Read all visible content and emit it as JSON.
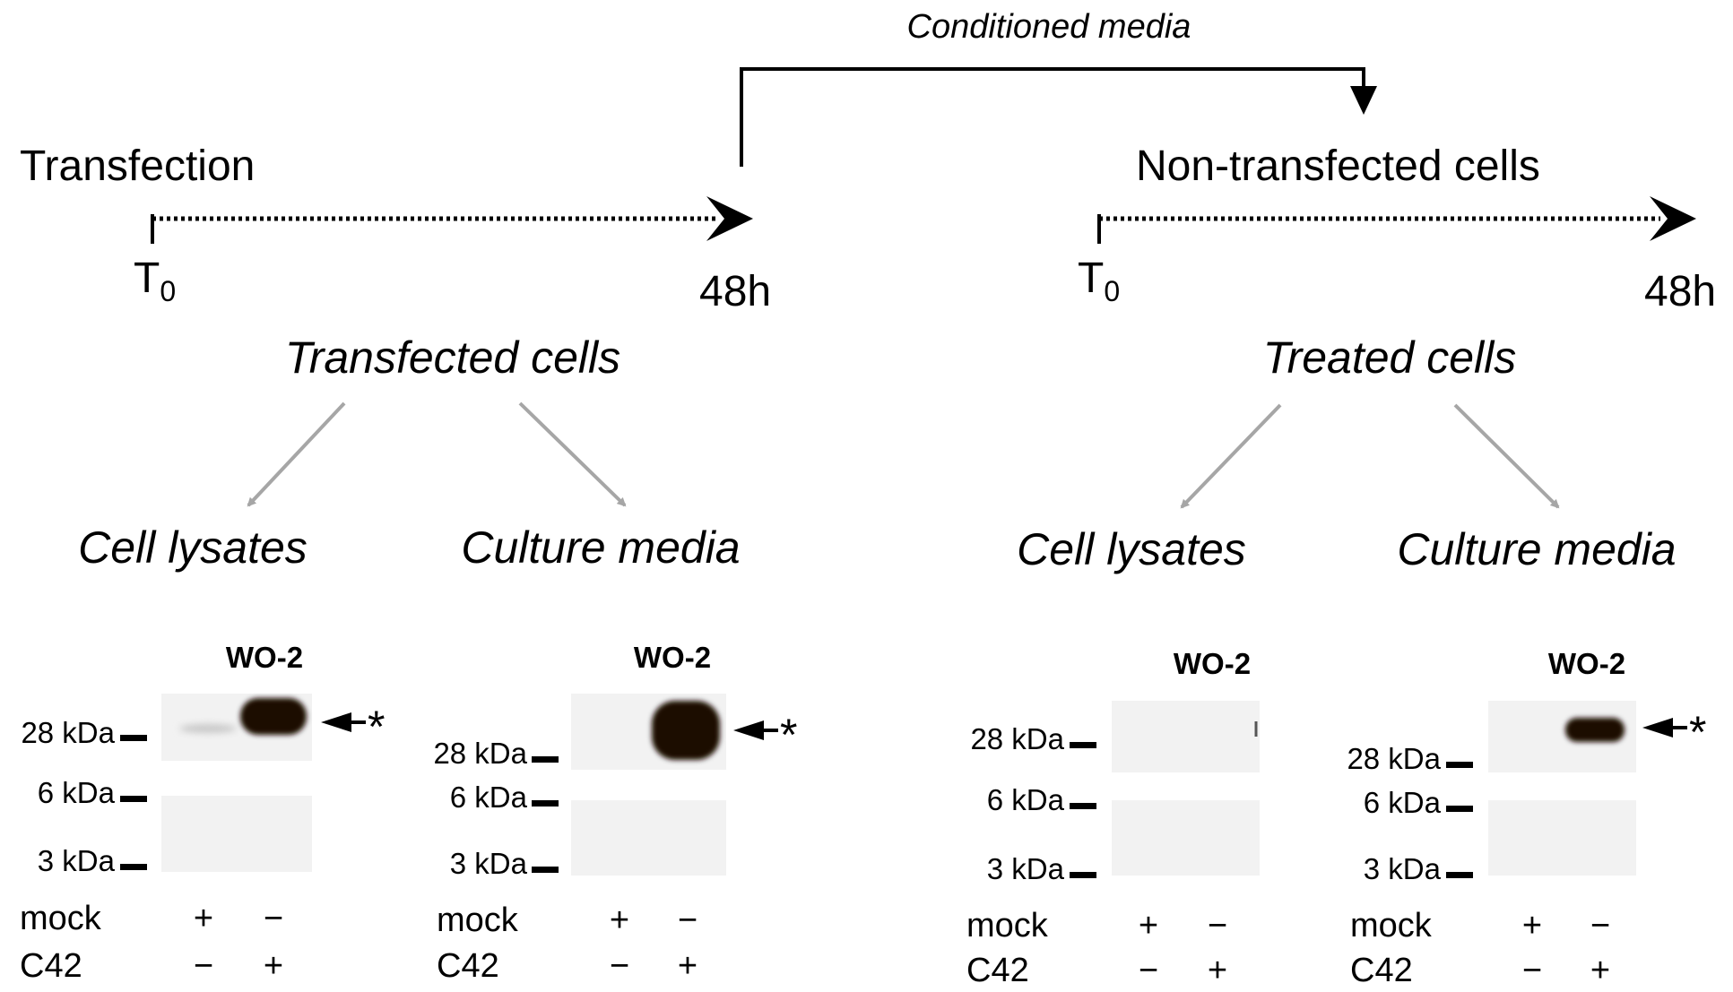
{
  "conditioned_media_label": "Conditioned media",
  "left": {
    "timeline_title": "Transfection",
    "t0_label": "T",
    "t0_subscript": "0",
    "end_label": "48h",
    "cells_label": "Transfected cells"
  },
  "right": {
    "timeline_title": "Non-transfected cells",
    "t0_label": "T",
    "t0_subscript": "0",
    "end_label": "48h",
    "cells_label": "Treated cells"
  },
  "branches": {
    "lysates_label": "Cell lysates",
    "media_label": "Culture media"
  },
  "blots": [
    {
      "antibody": "WO-2",
      "markers": [
        "28 kDa",
        "6 kDa",
        "3 kDa"
      ],
      "band_marker": "*",
      "rows": [
        {
          "label": "mock",
          "values": [
            "+",
            "−"
          ]
        },
        {
          "label": "C42",
          "values": [
            "−",
            "+"
          ]
        }
      ]
    },
    {
      "antibody": "WO-2",
      "markers": [
        "28 kDa",
        "6 kDa",
        "3 kDa"
      ],
      "band_marker": "*",
      "rows": [
        {
          "label": "mock",
          "values": [
            "+",
            "−"
          ]
        },
        {
          "label": "C42",
          "values": [
            "−",
            "+"
          ]
        }
      ]
    },
    {
      "antibody": "WO-2",
      "markers": [
        "28 kDa",
        "6 kDa",
        "3 kDa"
      ],
      "band_marker": "",
      "rows": [
        {
          "label": "mock",
          "values": [
            "+",
            "−"
          ]
        },
        {
          "label": "C42",
          "values": [
            "−",
            "+"
          ]
        }
      ]
    },
    {
      "antibody": "WO-2",
      "markers": [
        "28 kDa",
        "6 kDa",
        "3 kDa"
      ],
      "band_marker": "*",
      "rows": [
        {
          "label": "mock",
          "values": [
            "+",
            "−"
          ]
        },
        {
          "label": "C42",
          "values": [
            "−",
            "+"
          ]
        }
      ]
    }
  ],
  "colors": {
    "text": "#000000",
    "branch_arrow": "#a6a6a6",
    "blot_background": "#f2f2f2",
    "band": "#1a0a06"
  }
}
